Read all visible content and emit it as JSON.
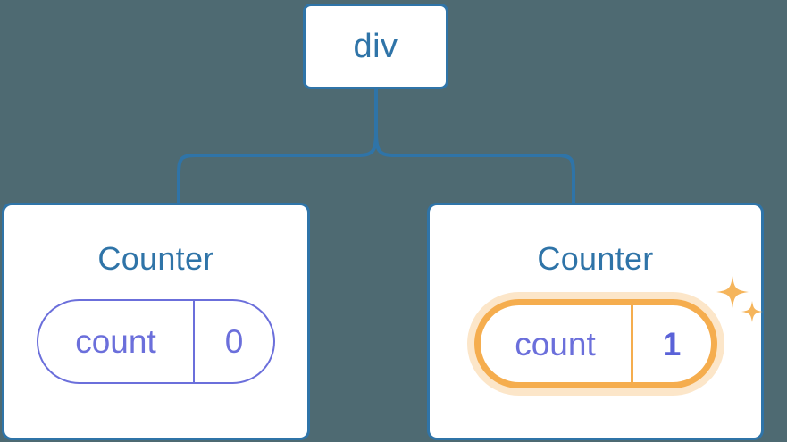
{
  "diagram": {
    "type": "component-tree",
    "background_color": "#4e6a72",
    "node_border_color": "#2f74a8",
    "node_text_color": "#2f74a8",
    "state_color": "#6b6fdb",
    "highlight_color": "#f5ad4e",
    "highlight_glow_color": "#fae0b8",
    "root": {
      "label": "div",
      "icon": "root-node"
    },
    "children": [
      {
        "title": "Counter",
        "highlighted": false,
        "state": {
          "key": "count",
          "value": "0"
        },
        "sparkles": false
      },
      {
        "title": "Counter",
        "highlighted": true,
        "state": {
          "key": "count",
          "value": "1"
        },
        "sparkles": true,
        "sparkle_icons": [
          "sparkle-large-icon",
          "sparkle-small-icon"
        ]
      }
    ],
    "edges": [
      {
        "from": "div",
        "to": "Counter (left)"
      },
      {
        "from": "div",
        "to": "Counter (right)"
      }
    ]
  }
}
